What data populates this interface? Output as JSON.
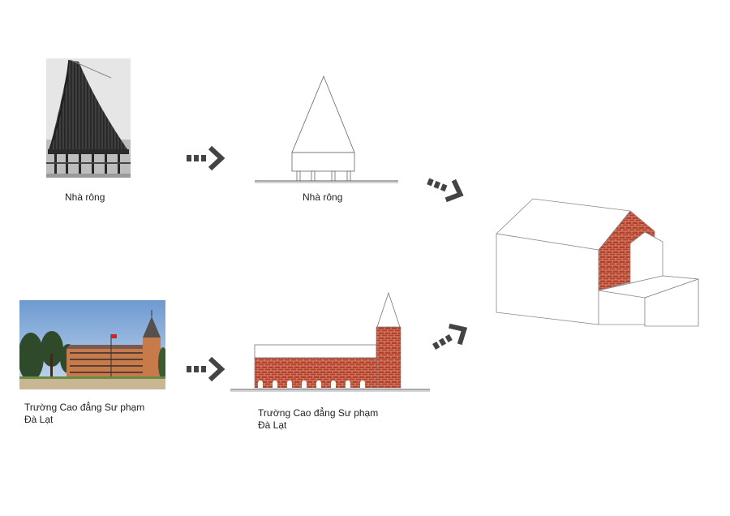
{
  "top_row": {
    "photo_caption": "Nhà rông",
    "drawing_caption": "Nhà rông"
  },
  "bottom_row": {
    "photo_caption_line1": "Trường Cao đẳng Sư phạm",
    "photo_caption_line2": "Đà Lạt",
    "drawing_caption_line1": "Trường Cao đẳng Sư phạm",
    "drawing_caption_line2": "Đà Lạt"
  },
  "colors": {
    "brick": "#b5402a",
    "mortar": "#e9b9a6",
    "arrow": "#444444",
    "line": "#777777"
  }
}
